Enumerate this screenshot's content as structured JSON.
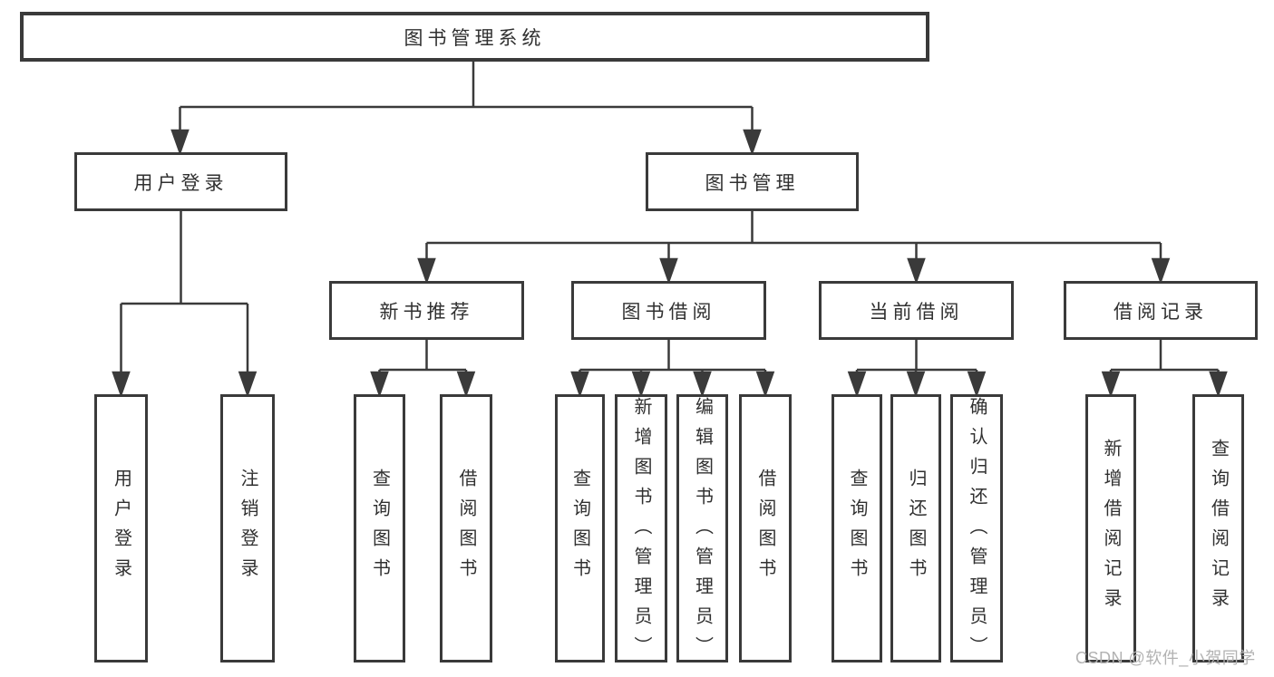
{
  "diagram": {
    "colors": {
      "line": "#3a3a3a",
      "box_border": "#3a3a3a",
      "text": "#303030",
      "watermark": "#b2b2b2",
      "background": "#ffffff"
    },
    "watermark": {
      "text": "CSDN @软件_小贺同学"
    },
    "tree": {
      "root": {
        "label": "图书管理系统",
        "children": [
          {
            "label": "用户登录",
            "children": [
              {
                "label": "用户登录"
              },
              {
                "label": "注销登录"
              }
            ]
          },
          {
            "label": "图书管理",
            "children": [
              {
                "label": "新书推荐",
                "children": [
                  {
                    "label": "查询图书"
                  },
                  {
                    "label": "借阅图书"
                  }
                ]
              },
              {
                "label": "图书借阅",
                "children": [
                  {
                    "label": "查询图书"
                  },
                  {
                    "label": "新增图书（管理员）"
                  },
                  {
                    "label": "编辑图书（管理员）"
                  },
                  {
                    "label": "借阅图书"
                  }
                ]
              },
              {
                "label": "当前借阅",
                "children": [
                  {
                    "label": "查询图书"
                  },
                  {
                    "label": "归还图书"
                  },
                  {
                    "label": "确认归还（管理员）"
                  }
                ]
              },
              {
                "label": "借阅记录",
                "children": [
                  {
                    "label": "新增借阅记录"
                  },
                  {
                    "label": "查询借阅记录"
                  }
                ]
              }
            ]
          }
        ]
      }
    }
  }
}
